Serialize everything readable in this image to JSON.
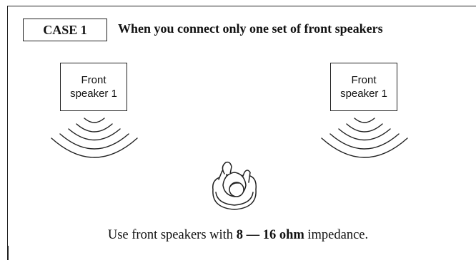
{
  "case": {
    "label": "CASE 1",
    "title": "When you connect only one set of front speakers"
  },
  "speakers": [
    {
      "line1": "Front",
      "line2": "speaker 1"
    },
    {
      "line1": "Front",
      "line2": "speaker 1"
    }
  ],
  "icons": {
    "sound_waves": "sound-waves-icon",
    "listener": "listener-icon"
  },
  "caption": {
    "prefix": "Use front speakers with ",
    "emphasis": "8 — 16 ohm",
    "suffix": " impedance."
  }
}
